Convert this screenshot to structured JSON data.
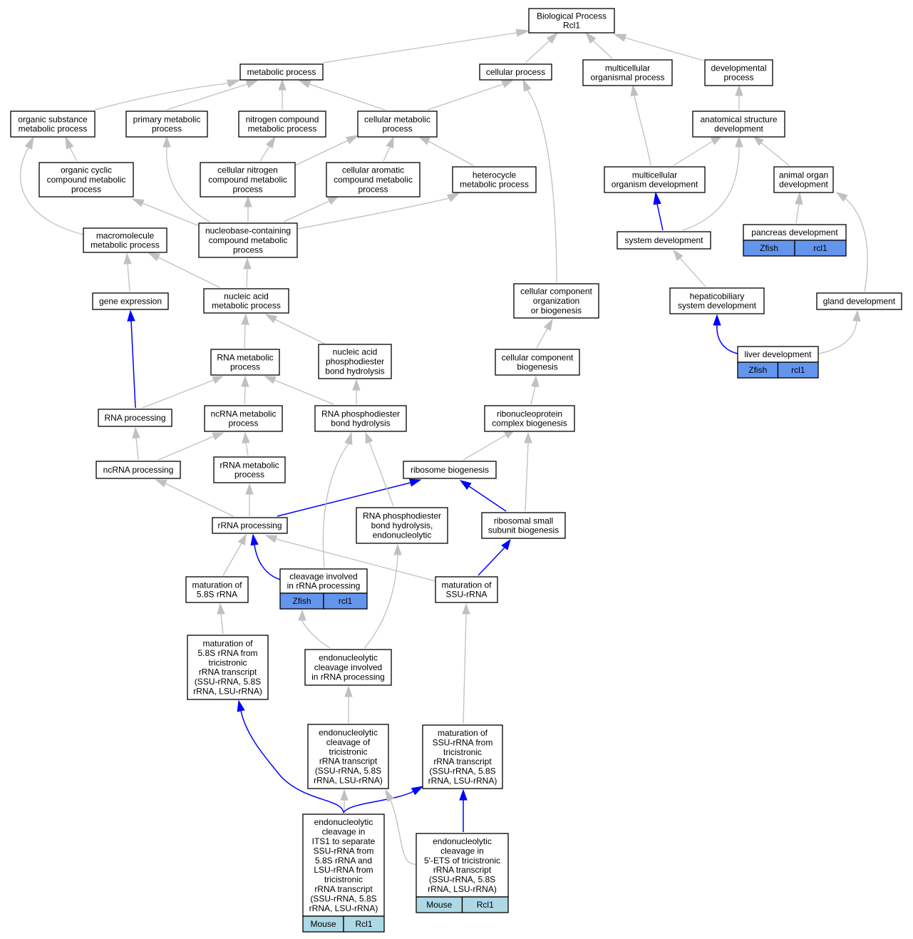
{
  "diagram": {
    "colors": {
      "is_a_edge": "#c0c0c0",
      "annotated_edge": "#0000ff",
      "zfish_tag": "#6495ed",
      "mouse_tag": "#add8e6"
    },
    "nodes": [
      {
        "id": "bp",
        "lines": [
          "Biological Process",
          "Rcl1"
        ]
      },
      {
        "id": "metabolic",
        "lines": [
          "metabolic process"
        ]
      },
      {
        "id": "cellular",
        "lines": [
          "cellular process"
        ]
      },
      {
        "id": "multicellular_org",
        "lines": [
          "multicellular",
          "organismal process"
        ]
      },
      {
        "id": "developmental",
        "lines": [
          "developmental",
          "process"
        ]
      },
      {
        "id": "organic_subst",
        "lines": [
          "organic substance",
          "metabolic process"
        ]
      },
      {
        "id": "primary_met",
        "lines": [
          "primary metabolic",
          "process"
        ]
      },
      {
        "id": "nitrogen_comp",
        "lines": [
          "nitrogen compound",
          "metabolic process"
        ]
      },
      {
        "id": "cellular_met",
        "lines": [
          "cellular metabolic",
          "process"
        ]
      },
      {
        "id": "anat_struct",
        "lines": [
          "anatomical structure",
          "development"
        ]
      },
      {
        "id": "organic_cyclic",
        "lines": [
          "organic cyclic",
          "compound metabolic",
          "process"
        ]
      },
      {
        "id": "cell_nitrogen",
        "lines": [
          "cellular nitrogen",
          "compound metabolic",
          "process"
        ]
      },
      {
        "id": "cell_aromatic",
        "lines": [
          "cellular aromatic",
          "compound metabolic",
          "process"
        ]
      },
      {
        "id": "heterocycle",
        "lines": [
          "heterocycle",
          "metabolic process"
        ]
      },
      {
        "id": "multicell_dev",
        "lines": [
          "multicellular",
          "organism development"
        ]
      },
      {
        "id": "animal_organ",
        "lines": [
          "animal organ",
          "development"
        ]
      },
      {
        "id": "macromolecule",
        "lines": [
          "macromolecule",
          "metabolic process"
        ]
      },
      {
        "id": "nucleobase",
        "lines": [
          "nucleobase-containing",
          "compound metabolic",
          "process"
        ]
      },
      {
        "id": "system_dev",
        "lines": [
          "system development"
        ]
      },
      {
        "id": "pancreas",
        "lines": [
          "pancreas development"
        ],
        "tags": [
          "Zfish",
          "rcl1"
        ]
      },
      {
        "id": "gene_expr",
        "lines": [
          "gene expression"
        ]
      },
      {
        "id": "nucleic_acid",
        "lines": [
          "nucleic acid",
          "metabolic process"
        ]
      },
      {
        "id": "ccob",
        "lines": [
          "cellular component",
          "organization",
          "or biogenesis"
        ]
      },
      {
        "id": "hepatobiliary",
        "lines": [
          "hepaticobiliary",
          "system development"
        ]
      },
      {
        "id": "gland",
        "lines": [
          "gland development"
        ]
      },
      {
        "id": "rna_met",
        "lines": [
          "RNA metabolic",
          "process"
        ]
      },
      {
        "id": "na_phospho",
        "lines": [
          "nucleic acid",
          "phosphodiester",
          "bond hydrolysis"
        ]
      },
      {
        "id": "cc_biogenesis",
        "lines": [
          "cellular component",
          "biogenesis"
        ]
      },
      {
        "id": "liver",
        "lines": [
          "liver development"
        ],
        "tags": [
          "Zfish",
          "rcl1"
        ]
      },
      {
        "id": "rna_processing",
        "lines": [
          "RNA processing"
        ]
      },
      {
        "id": "ncrna_met",
        "lines": [
          "ncRNA metabolic",
          "process"
        ]
      },
      {
        "id": "rna_phospho",
        "lines": [
          "RNA phosphodiester",
          "bond hydrolysis"
        ]
      },
      {
        "id": "rnp_biogenesis",
        "lines": [
          "ribonucleoprotein",
          "complex biogenesis"
        ]
      },
      {
        "id": "ncrna_processing",
        "lines": [
          "ncRNA processing"
        ]
      },
      {
        "id": "rrna_met",
        "lines": [
          "rRNA metabolic",
          "process"
        ]
      },
      {
        "id": "ribosome_bio",
        "lines": [
          "ribosome biogenesis"
        ]
      },
      {
        "id": "rrna_processing",
        "lines": [
          "rRNA processing"
        ]
      },
      {
        "id": "rna_phospho_endo",
        "lines": [
          "RNA phosphodiester",
          "bond hydrolysis,",
          "endonucleolytic"
        ]
      },
      {
        "id": "ribo_small",
        "lines": [
          "ribosomal small",
          "subunit biogenesis"
        ]
      },
      {
        "id": "mat_58s",
        "lines": [
          "maturation of",
          "5.8S rRNA"
        ]
      },
      {
        "id": "cleavage_rrna",
        "lines": [
          "cleavage involved",
          "in rRNA processing"
        ],
        "tags": [
          "Zfish",
          "rcl1"
        ]
      },
      {
        "id": "mat_ssu",
        "lines": [
          "maturation of",
          "SSU-rRNA"
        ]
      },
      {
        "id": "mat_58s_tri",
        "lines": [
          "maturation of",
          "5.8S rRNA from",
          "tricistronic",
          "rRNA transcript",
          "(SSU-rRNA, 5.8S",
          "rRNA, LSU-rRNA)"
        ]
      },
      {
        "id": "endo_cleavage_rrna",
        "lines": [
          "endonucleolytic",
          "cleavage involved",
          "in rRNA processing"
        ]
      },
      {
        "id": "endo_tri",
        "lines": [
          "endonucleolytic",
          "cleavage of",
          "tricistronic",
          "rRNA transcript",
          "(SSU-rRNA, 5.8S",
          "rRNA, LSU-rRNA)"
        ]
      },
      {
        "id": "mat_ssu_tri",
        "lines": [
          "maturation of",
          "SSU-rRNA from",
          "tricistronic",
          "rRNA transcript",
          "(SSU-rRNA, 5.8S",
          "rRNA, LSU-rRNA)"
        ]
      },
      {
        "id": "endo_its1",
        "lines": [
          "endonucleolytic",
          "cleavage in",
          "ITS1 to separate",
          "SSU-rRNA from",
          "5.8S rRNA and",
          "LSU-rRNA from",
          "tricistronic",
          "rRNA transcript",
          "(SSU-rRNA, 5.8S",
          "rRNA, LSU-rRNA)"
        ],
        "tags": [
          "Mouse",
          "Rcl1"
        ]
      },
      {
        "id": "endo_5ets",
        "lines": [
          "endonucleolytic",
          "cleavage in",
          "5'-ETS of tricistronic",
          "rRNA transcript",
          "(SSU-rRNA, 5.8S",
          "rRNA, LSU-rRNA)"
        ],
        "tags": [
          "Mouse",
          "Rcl1"
        ]
      }
    ],
    "edges": [
      {
        "from": "metabolic",
        "to": "bp",
        "kind": "is_a"
      },
      {
        "from": "cellular",
        "to": "bp",
        "kind": "is_a"
      },
      {
        "from": "multicellular_org",
        "to": "bp",
        "kind": "is_a"
      },
      {
        "from": "developmental",
        "to": "bp",
        "kind": "is_a"
      },
      {
        "from": "organic_subst",
        "to": "metabolic",
        "kind": "is_a"
      },
      {
        "from": "primary_met",
        "to": "metabolic",
        "kind": "is_a"
      },
      {
        "from": "nitrogen_comp",
        "to": "metabolic",
        "kind": "is_a"
      },
      {
        "from": "cellular_met",
        "to": "metabolic",
        "kind": "is_a"
      },
      {
        "from": "cellular_met",
        "to": "cellular",
        "kind": "is_a"
      },
      {
        "from": "ccob",
        "to": "cellular",
        "kind": "is_a"
      },
      {
        "from": "anat_struct",
        "to": "developmental",
        "kind": "is_a"
      },
      {
        "from": "multicell_dev",
        "to": "multicellular_org",
        "kind": "is_a"
      },
      {
        "from": "organic_cyclic",
        "to": "organic_subst",
        "kind": "is_a"
      },
      {
        "from": "macromolecule",
        "to": "organic_subst",
        "kind": "is_a"
      },
      {
        "from": "nucleobase",
        "to": "primary_met",
        "kind": "is_a"
      },
      {
        "from": "cell_nitrogen",
        "to": "nitrogen_comp",
        "kind": "is_a"
      },
      {
        "from": "cell_nitrogen",
        "to": "cellular_met",
        "kind": "is_a"
      },
      {
        "from": "cell_aromatic",
        "to": "cellular_met",
        "kind": "is_a"
      },
      {
        "from": "heterocycle",
        "to": "cellular_met",
        "kind": "is_a"
      },
      {
        "from": "multicell_dev",
        "to": "anat_struct",
        "kind": "is_a"
      },
      {
        "from": "system_dev",
        "to": "anat_struct",
        "kind": "is_a"
      },
      {
        "from": "animal_organ",
        "to": "anat_struct",
        "kind": "is_a"
      },
      {
        "from": "nucleobase",
        "to": "organic_cyclic",
        "kind": "is_a"
      },
      {
        "from": "nucleobase",
        "to": "cell_nitrogen",
        "kind": "is_a"
      },
      {
        "from": "nucleobase",
        "to": "cell_aromatic",
        "kind": "is_a"
      },
      {
        "from": "nucleobase",
        "to": "heterocycle",
        "kind": "is_a"
      },
      {
        "from": "system_dev",
        "to": "multicell_dev",
        "kind": "annotated"
      },
      {
        "from": "pancreas",
        "to": "animal_organ",
        "kind": "is_a"
      },
      {
        "from": "gland",
        "to": "animal_organ",
        "kind": "is_a"
      },
      {
        "from": "gene_expr",
        "to": "macromolecule",
        "kind": "is_a"
      },
      {
        "from": "nucleic_acid",
        "to": "macromolecule",
        "kind": "is_a"
      },
      {
        "from": "nucleic_acid",
        "to": "nucleobase",
        "kind": "is_a"
      },
      {
        "from": "hepatobiliary",
        "to": "system_dev",
        "kind": "is_a"
      },
      {
        "from": "rna_met",
        "to": "nucleic_acid",
        "kind": "is_a"
      },
      {
        "from": "na_phospho",
        "to": "nucleic_acid",
        "kind": "is_a"
      },
      {
        "from": "cc_biogenesis",
        "to": "ccob",
        "kind": "is_a"
      },
      {
        "from": "liver",
        "to": "hepatobiliary",
        "kind": "annotated"
      },
      {
        "from": "liver",
        "to": "gland",
        "kind": "is_a"
      },
      {
        "from": "rna_processing",
        "to": "gene_expr",
        "kind": "annotated"
      },
      {
        "from": "rna_processing",
        "to": "rna_met",
        "kind": "is_a"
      },
      {
        "from": "ncrna_met",
        "to": "rna_met",
        "kind": "is_a"
      },
      {
        "from": "rna_phospho",
        "to": "rna_met",
        "kind": "is_a"
      },
      {
        "from": "rna_phospho",
        "to": "na_phospho",
        "kind": "is_a"
      },
      {
        "from": "rnp_biogenesis",
        "to": "cc_biogenesis",
        "kind": "is_a"
      },
      {
        "from": "ncrna_processing",
        "to": "rna_processing",
        "kind": "is_a"
      },
      {
        "from": "ncrna_processing",
        "to": "ncrna_met",
        "kind": "is_a"
      },
      {
        "from": "rrna_met",
        "to": "ncrna_met",
        "kind": "is_a"
      },
      {
        "from": "ribosome_bio",
        "to": "rnp_biogenesis",
        "kind": "is_a"
      },
      {
        "from": "ribo_small",
        "to": "rnp_biogenesis",
        "kind": "is_a"
      },
      {
        "from": "rrna_processing",
        "to": "ncrna_processing",
        "kind": "is_a"
      },
      {
        "from": "rrna_processing",
        "to": "rrna_met",
        "kind": "is_a"
      },
      {
        "from": "rrna_processing",
        "to": "ribosome_bio",
        "kind": "annotated"
      },
      {
        "from": "ribo_small",
        "to": "ribosome_bio",
        "kind": "annotated"
      },
      {
        "from": "rna_phospho_endo",
        "to": "rna_phospho",
        "kind": "is_a"
      },
      {
        "from": "cleavage_rrna",
        "to": "rna_phospho",
        "kind": "is_a"
      },
      {
        "from": "mat_58s",
        "to": "rrna_processing",
        "kind": "is_a"
      },
      {
        "from": "cleavage_rrna",
        "to": "rrna_processing",
        "kind": "annotated"
      },
      {
        "from": "mat_ssu",
        "to": "rrna_processing",
        "kind": "is_a"
      },
      {
        "from": "mat_ssu",
        "to": "ribo_small",
        "kind": "annotated"
      },
      {
        "from": "mat_58s_tri",
        "to": "mat_58s",
        "kind": "is_a"
      },
      {
        "from": "endo_cleavage_rrna",
        "to": "cleavage_rrna",
        "kind": "is_a"
      },
      {
        "from": "endo_cleavage_rrna",
        "to": "rna_phospho_endo",
        "kind": "is_a"
      },
      {
        "from": "mat_ssu_tri",
        "to": "mat_ssu",
        "kind": "is_a"
      },
      {
        "from": "endo_tri",
        "to": "endo_cleavage_rrna",
        "kind": "is_a"
      },
      {
        "from": "endo_its1",
        "to": "mat_58s_tri",
        "kind": "annotated"
      },
      {
        "from": "endo_its1",
        "to": "endo_tri",
        "kind": "is_a"
      },
      {
        "from": "endo_its1",
        "to": "mat_ssu_tri",
        "kind": "annotated"
      },
      {
        "from": "endo_5ets",
        "to": "endo_tri",
        "kind": "is_a"
      },
      {
        "from": "endo_5ets",
        "to": "mat_ssu_tri",
        "kind": "annotated"
      }
    ]
  }
}
